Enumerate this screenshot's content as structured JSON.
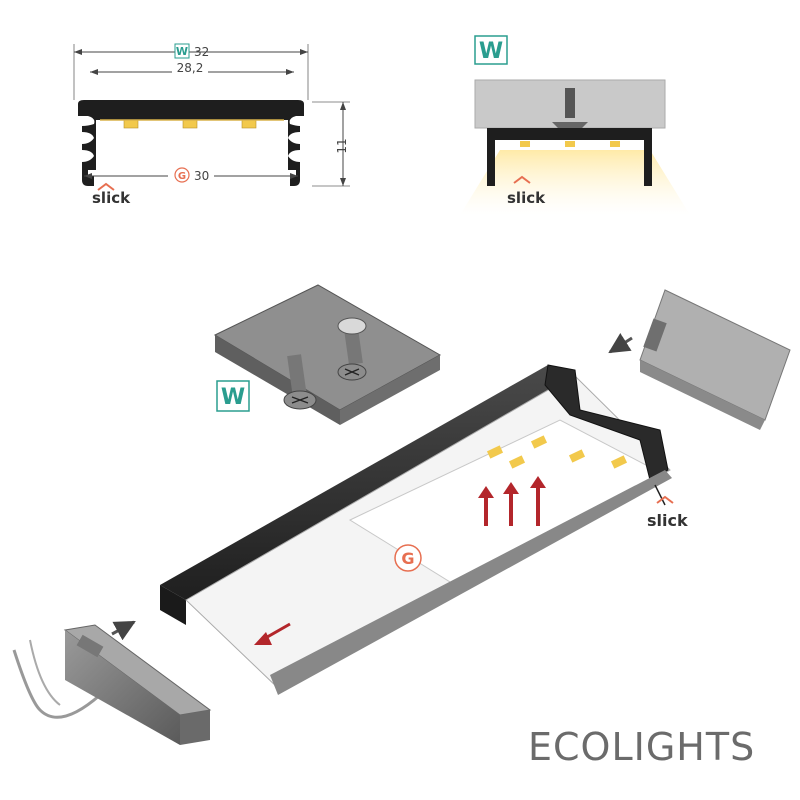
{
  "profile_dimensions": {
    "width_total_label": "32",
    "width_inner_label": "28,2",
    "width_base_label": "30",
    "height_label": "11"
  },
  "badges": {
    "w_letter": "W",
    "g_letter": "G"
  },
  "brand": {
    "slick": "slick",
    "logo": "ECOLIGHTS"
  },
  "colors": {
    "profile_dark": "#2f2f2f",
    "wall_gray": "#c9c9c9",
    "led_yellow": "#f2c94c",
    "arrow_red": "#b3262b",
    "badge_teal": "#2a9d8f",
    "badge_orange": "#e76f51"
  }
}
